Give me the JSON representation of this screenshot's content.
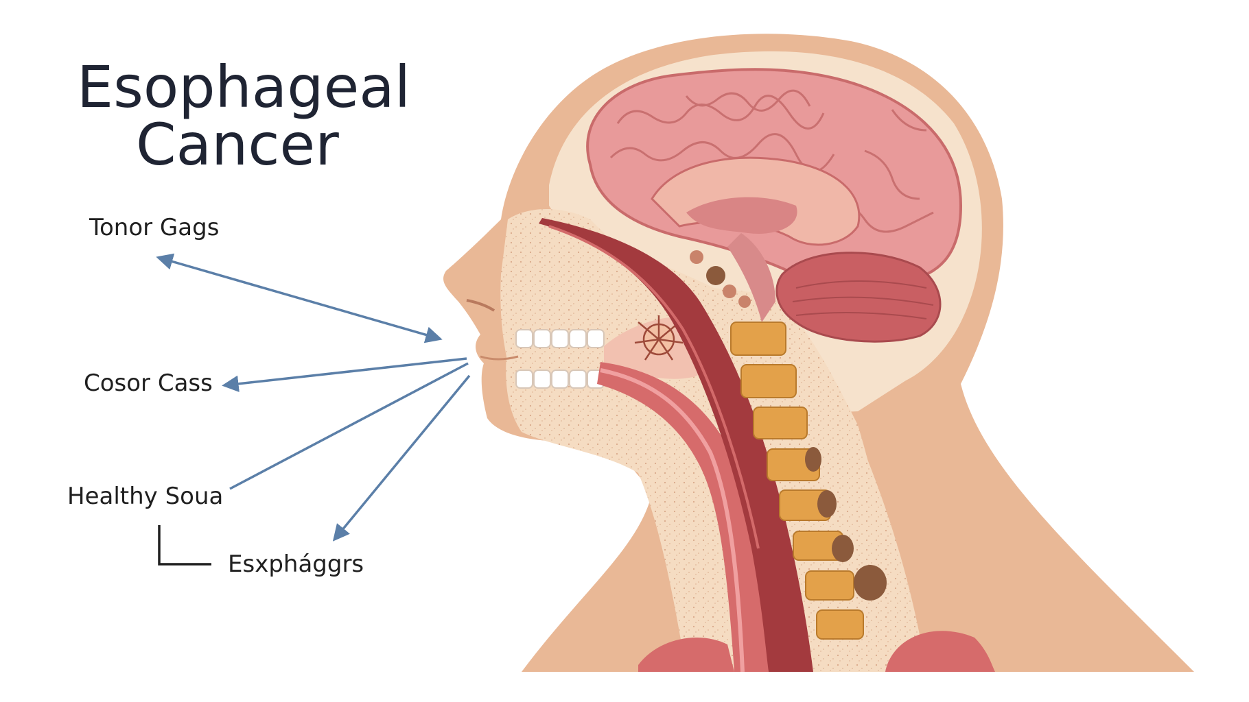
{
  "title": {
    "line1": "Esophageal",
    "line2": "Cancer"
  },
  "labels": {
    "tonor_gags": "Tonor Gags",
    "cosor_cass": "Cosor Cass",
    "healthy_soua": "Healthy Soua",
    "esphaggrs": "Esxphággrs"
  },
  "colors": {
    "skin": "#e9b896",
    "skin_light": "#f3d3b8",
    "bone_fill": "#f6e0c7",
    "brain": "#e89a9a",
    "brain_dark": "#c96b6b",
    "cerebellum": "#c95f63",
    "esophagus": "#a33a3e",
    "throat": "#d66b6b",
    "vertebra": "#e3a14a",
    "arrow": "#5b7fa8",
    "text": "#1f2433"
  }
}
